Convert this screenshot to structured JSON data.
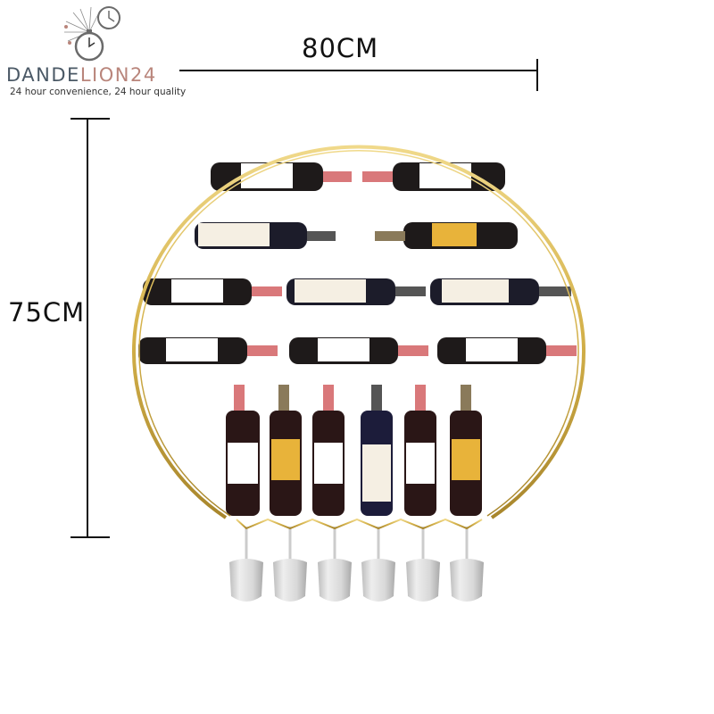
{
  "brand": {
    "name_part1": "DANDE",
    "name_part2": "LION24",
    "tagline": "24 hour convenience, 24 hour quality",
    "logo_icon": "dandelion-clock-icon",
    "colors": {
      "primary": "#4b5966",
      "accent": "#b9857b"
    }
  },
  "dimensions": {
    "width_label": "80CM",
    "height_label": "75CM"
  },
  "product": {
    "type": "round wall-mounted wine rack with glass holder",
    "frame_color": "#d4b14a",
    "horizontal_rows": [
      {
        "row": 1,
        "bottles": 2
      },
      {
        "row": 2,
        "bottles": 2
      },
      {
        "row": 3,
        "bottles": 3
      },
      {
        "row": 4,
        "bottles": 3
      }
    ],
    "upright_bottles": 6,
    "hanging_glasses": 6
  }
}
